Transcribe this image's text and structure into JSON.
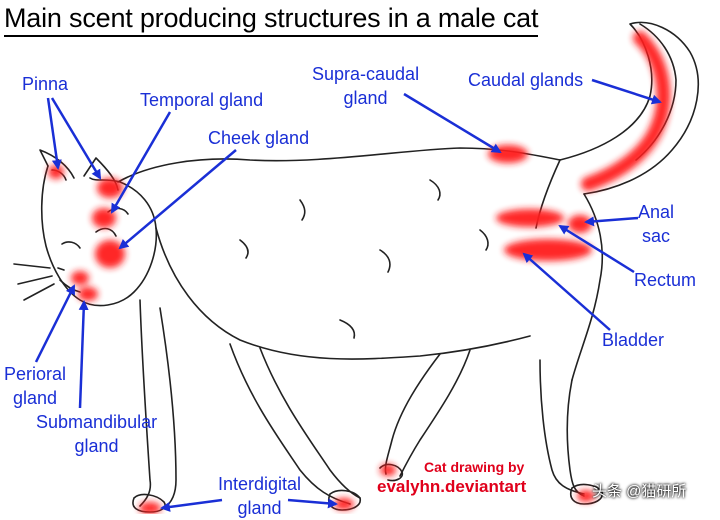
{
  "title": "Main scent producing structures in a male cat",
  "labels": {
    "pinna": "Pinna",
    "temporal": "Temporal gland",
    "cheek": "Cheek gland",
    "supra_line1": "Supra-caudal",
    "supra_line2": "gland",
    "caudal": "Caudal glands",
    "anal_line1": "Anal",
    "anal_line2": "sac",
    "rectum": "Rectum",
    "bladder": "Bladder",
    "perioral_line1": "Perioral",
    "perioral_line2": "gland",
    "submand_line1": "Submandibular",
    "submand_line2": "gland",
    "interdigital_line1": "Interdigital",
    "interdigital_line2": "gland"
  },
  "credit": {
    "line1": "Cat drawing by",
    "line2": "evalyhn.deviantart"
  },
  "watermark": "头条 @猫研所",
  "colors": {
    "label": "#1a2fd6",
    "arrow": "#1a2fd6",
    "highlight": "#ff1a1a",
    "credit": "#e0001b",
    "outline": "#222222"
  }
}
